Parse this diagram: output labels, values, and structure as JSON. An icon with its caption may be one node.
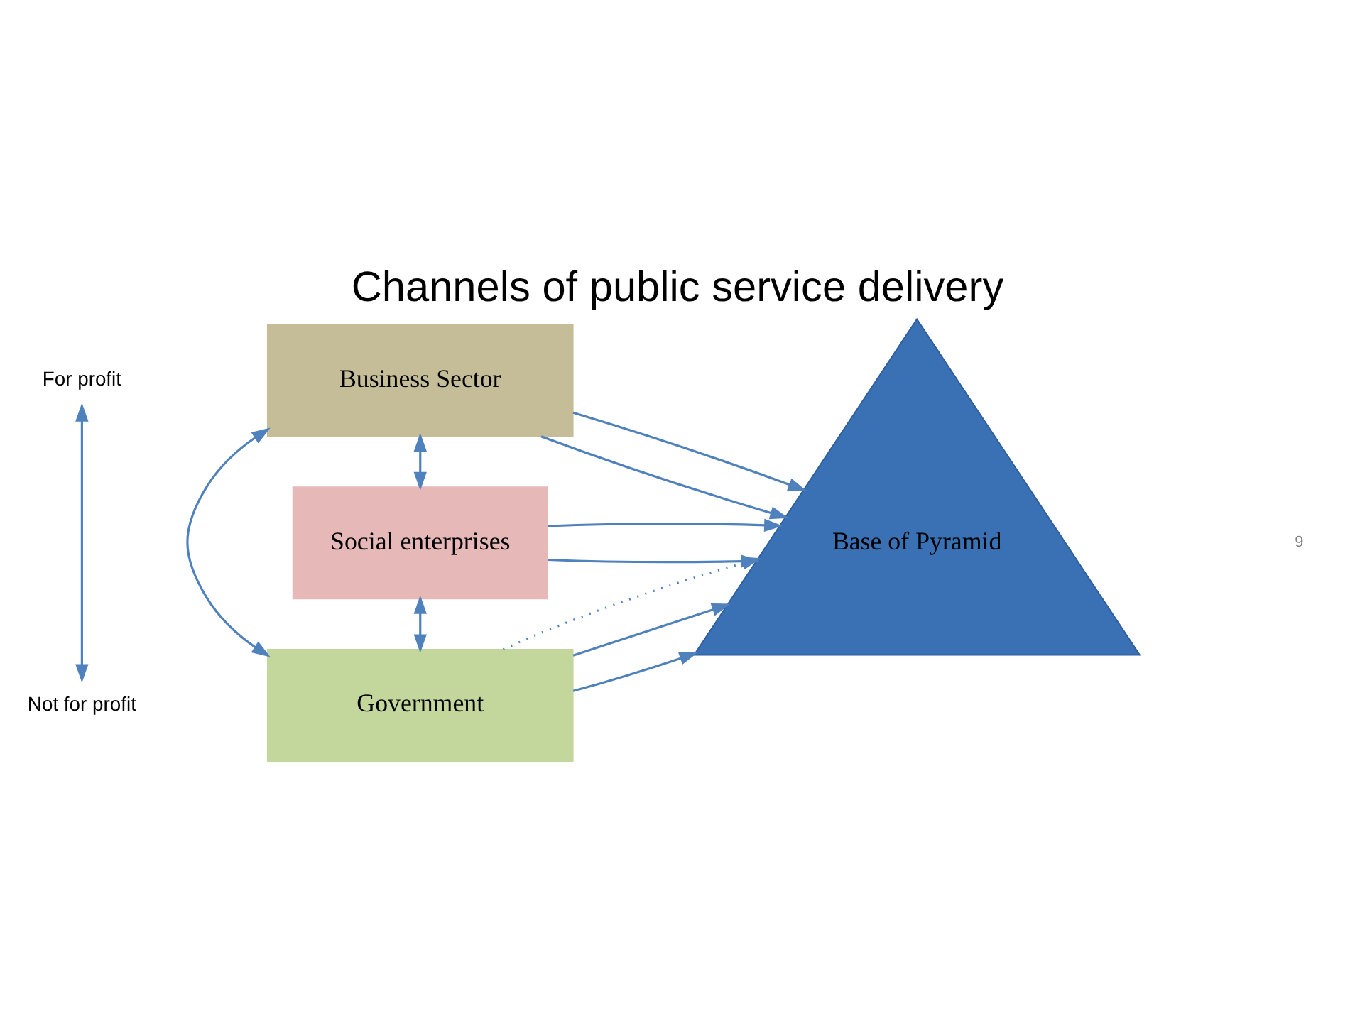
{
  "diagram": {
    "title": "Channels of public service delivery",
    "nodes": [
      {
        "text": [
          "For profit"
        ]
      },
      {
        "text": [
          "Not for profit"
        ]
      },
      {
        "text": [
          "Business Sector"
        ]
      },
      {
        "text": [
          "Social enterprises"
        ]
      },
      {
        "text": [
          "Government"
        ]
      },
      {
        "text": [
          "Base of Pyramid"
        ]
      }
    ],
    "edges": [
      {
        "from": 0,
        "to": 1,
        "arrow": "both"
      },
      {
        "from": 2,
        "to": 4,
        "arrow": "both"
      },
      {
        "from": 2,
        "to": 3,
        "arrow": "both"
      },
      {
        "from": 3,
        "to": 4,
        "arrow": "both"
      },
      {
        "from": 2,
        "to": 5,
        "arrow": "to"
      },
      {
        "from": 2,
        "to": 5,
        "arrow": "to"
      },
      {
        "from": 3,
        "to": 5,
        "arrow": "to"
      },
      {
        "from": 3,
        "to": 5,
        "arrow": "to"
      },
      {
        "from": 4,
        "to": 5,
        "arrow": "to"
      },
      {
        "from": 4,
        "to": 5,
        "arrow": "to"
      },
      {
        "from": 4,
        "to": 5,
        "arrow": "to",
        "style": "dashed"
      }
    ],
    "labels": [
      "9"
    ]
  }
}
